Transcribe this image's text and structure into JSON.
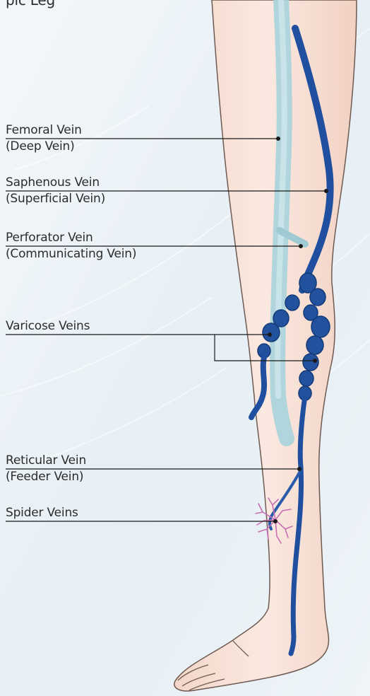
{
  "header": {
    "partial_text": "pic Leg"
  },
  "labels": {
    "femoral": {
      "line1": "Femoral Vein",
      "line2": "(Deep Vein)"
    },
    "saphenous": {
      "line1": "Saphenous Vein",
      "line2": "(Superficial Vein)"
    },
    "perforator": {
      "line1": "Perforator Vein",
      "line2": "(Communicating Vein)"
    },
    "varicose": {
      "line1": "Varicose Veins"
    },
    "reticular": {
      "line1": "Reticular Vein",
      "line2": "(Feeder Vein)"
    },
    "spider": {
      "line1": "Spider Veins"
    }
  },
  "colors": {
    "background": "#e9f1f6",
    "skin": "#f7e2d8",
    "deep_vein": "#a9d3dc",
    "superficial_vein": "#1f4f9e",
    "spider_veins": "#c86fb4",
    "leader_line": "#1a1a1a"
  },
  "icons": {
    "leader_dot": "filled-circle"
  }
}
